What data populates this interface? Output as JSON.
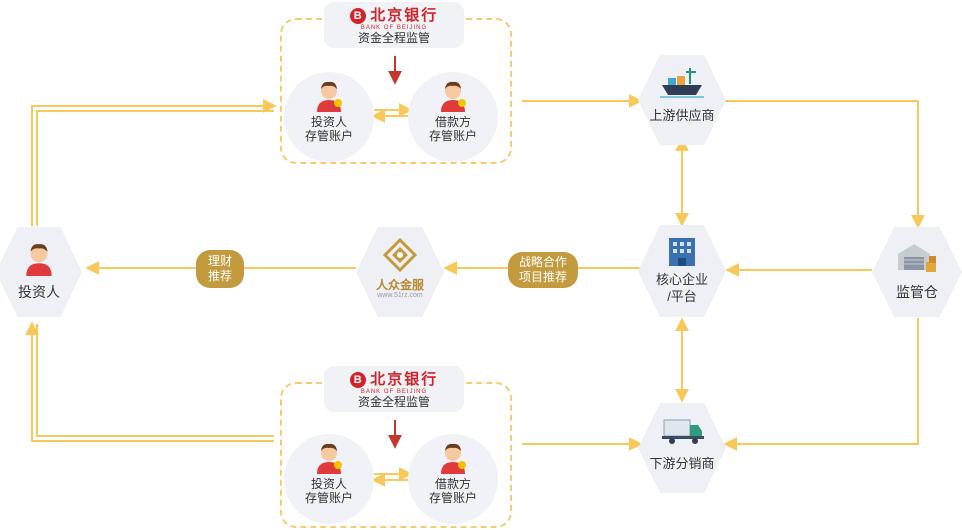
{
  "colors": {
    "flow_line": "#f8c95a",
    "dashed_border": "#f5cc73",
    "bank_red": "#d2232a",
    "gold": "#c49a3f",
    "node_bg": "#eef0f6"
  },
  "bank": {
    "name": "北京银行",
    "english": "BANK OF BEIJING",
    "caption": "资金全程监管",
    "icon": "bank-of-beijing-logo"
  },
  "accounts": {
    "investor_line1": "投资人",
    "investor_line2": "存管账户",
    "borrower_line1": "借款方",
    "borrower_line2": "存管账户"
  },
  "nodes": {
    "investor": "投资人",
    "platform_name": "人众金服",
    "platform_url": "www.51rz.com",
    "upstream": "上游供应商",
    "core_line1": "核心企业",
    "core_line2": "/平台",
    "downstream": "下游分销商",
    "warehouse": "监管仓"
  },
  "labels": {
    "finance_line1": "理财",
    "finance_line2": "推荐",
    "strategy_line1": "战略合作",
    "strategy_line2": "项目推荐"
  },
  "icons": {
    "person": "person-icon",
    "ship": "cargo-ship-icon",
    "building": "office-building-icon",
    "truck": "delivery-truck-icon",
    "warehouse": "warehouse-icon",
    "platform": "renzhong-logo-icon"
  }
}
